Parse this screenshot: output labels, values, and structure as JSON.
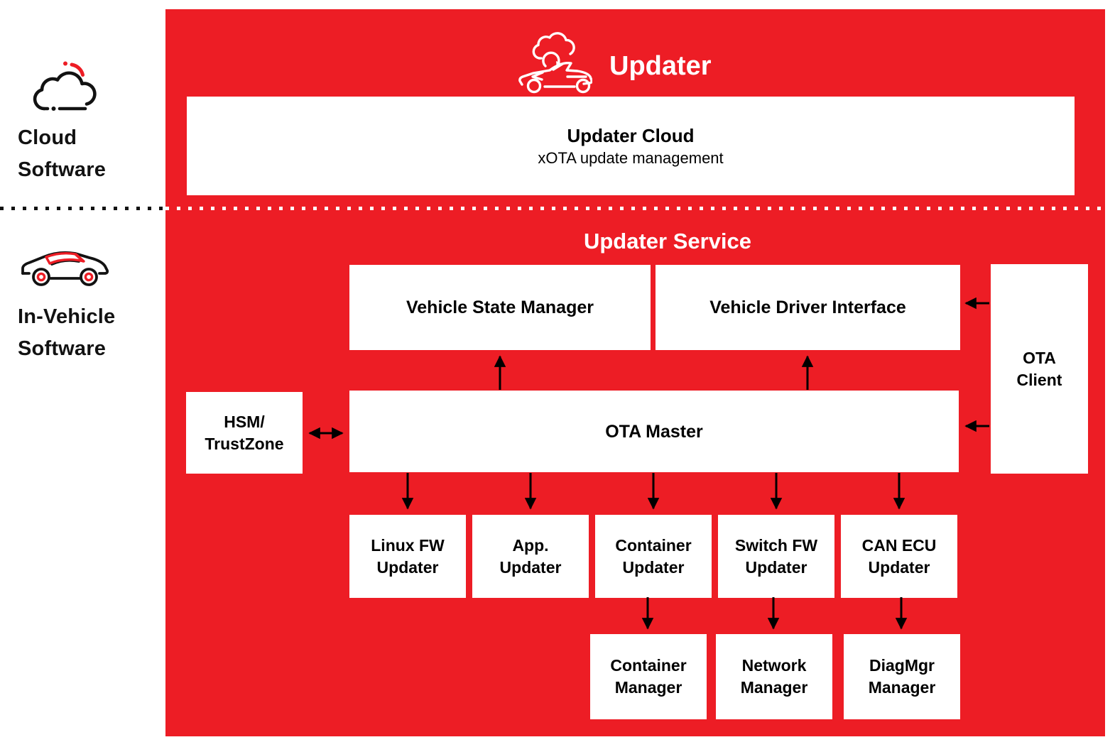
{
  "zones": {
    "cloud_label": "Cloud\nSoftware",
    "vehicle_label": "In-Vehicle\nSoftware"
  },
  "header": {
    "title": "Updater",
    "icon": "car-cloud-update-icon"
  },
  "cloud_box": {
    "title": "Updater Cloud",
    "subtitle": "xOTA update management"
  },
  "service": {
    "title": "Updater Service",
    "vehicle_state_manager": "Vehicle State Manager",
    "vehicle_driver_interface": "Vehicle Driver Interface",
    "ota_client": "OTA\nClient",
    "hsm": "HSM/\nTrustZone",
    "ota_master": "OTA Master",
    "updaters": [
      "Linux FW\nUpdater",
      "App.\nUpdater",
      "Container\nUpdater",
      "Switch FW\nUpdater",
      "CAN ECU\nUpdater"
    ],
    "managers": [
      "Container\nManager",
      "Network\nManager",
      "DiagMgr\nManager"
    ]
  },
  "icons": {
    "left_cloud": "cloud-icon",
    "left_car": "car-icon",
    "header": "car-cloud-update-icon"
  },
  "colors": {
    "panel_red": "#ED1D25",
    "box_background": "#FFFFFF",
    "text_black": "#000000",
    "arrow_black": "#000000",
    "accent_red": "#ED1D25"
  }
}
